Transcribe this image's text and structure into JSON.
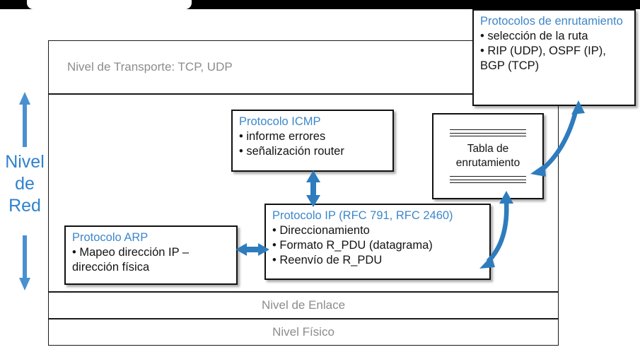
{
  "diagram": {
    "title_alt": "Nivel de Red - arquitectura de protocolos",
    "accent_blue": "#3d87c9",
    "arrow_blue": "#2e7cbe",
    "layer_text_gray": "#8c8c8c",
    "border_black": "#111111"
  },
  "side_label": {
    "line1": "Nivel",
    "line2": "de",
    "line3": "Red",
    "arrow_name": "double-headed-vertical-arrow"
  },
  "layers": {
    "transport": "Nivel de Transporte: TCP, UDP",
    "network": "",
    "enlace": "Nivel de Enlace",
    "fisico": "Nivel Físico"
  },
  "boxes": {
    "routing_protocols": {
      "title": "Protocolos de enrutamiento",
      "bullets": [
        "• selección de la ruta",
        "• RIP (UDP), OSPF (IP),",
        "BGP (TCP)"
      ]
    },
    "icmp": {
      "title": "Protocolo ICMP",
      "bullets": [
        "• informe errores",
        "• señalización router"
      ]
    },
    "ip": {
      "title": "Protocolo IP (RFC 791, RFC 2460)",
      "bullets": [
        "• Direccionamiento",
        "• Formato R_PDU (datagrama)",
        "• Reenvío de R_PDU"
      ]
    },
    "arp": {
      "title": "Protocolo ARP",
      "bullets": [
        "• Mapeo dirección IP –",
        "dirección física"
      ]
    },
    "routing_table": {
      "line1": "Tabla de",
      "line2": "enrutamiento"
    }
  },
  "connectors": {
    "icmp_to_ip": "double-headed-vertical-arrow",
    "arp_to_ip": "double-headed-horizontal-arrow",
    "routing_protocols_to_table": "curved-double-headed-arrow",
    "ip_to_table": "curved-double-headed-arrow"
  }
}
